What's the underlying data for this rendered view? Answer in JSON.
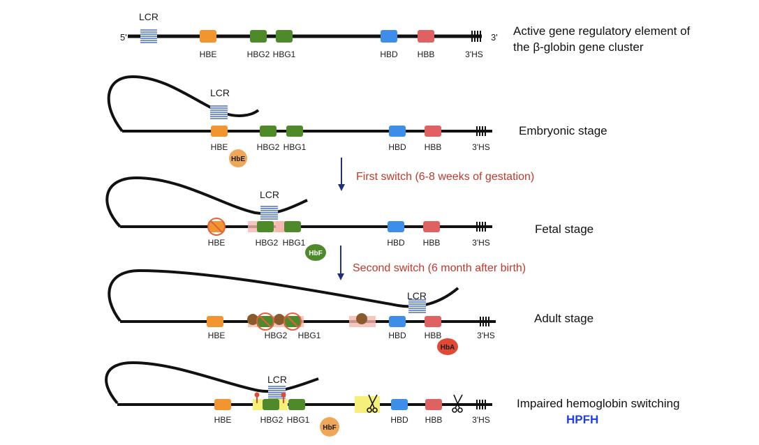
{
  "colors": {
    "hbe": "#f0952f",
    "hbg": "#4e8a2a",
    "hbd": "#3d8ee8",
    "hbb": "#e06161",
    "lcr": "#4a6fc0",
    "switch_text": "#c0392b",
    "arrow": "#1f2f7a",
    "hpfh": "#1f3fe8",
    "hbe_protein": "#efa85a",
    "hbf_protein": "#4e8a2a",
    "hba_protein": "#e04a35",
    "repressor": "#8a5a2b",
    "inhibit_ring": "#e0613e",
    "highlight_pink": "#f4b8ae",
    "highlight_yellow": "#f6f07a"
  },
  "gene_names": {
    "hbe": "HBE",
    "hbg2": "HBG2",
    "hbg1": "HBG1",
    "hbd": "HBD",
    "hbb": "HBB",
    "hs3": "3'HS",
    "lcr": "LCR"
  },
  "ends": {
    "five_prime": "5'",
    "three_prime": "3'"
  },
  "panels": {
    "top": {
      "caption_line1": "Active gene regulatory element of",
      "caption_line2": "the β-globin gene cluster"
    },
    "embryonic": {
      "caption": "Embryonic stage",
      "protein": "HbE"
    },
    "fetal": {
      "caption": "Fetal stage",
      "protein": "HbF"
    },
    "adult": {
      "caption": "Adult stage",
      "protein": "HbA"
    },
    "hpfh": {
      "caption": "Impaired hemoglobin switching",
      "caption_bold": "HPFH",
      "protein": "HbF"
    }
  },
  "switches": {
    "first": "First switch (6-8 weeks of gestation)",
    "second": "Second switch (6 month after birth)"
  },
  "icons": {
    "scissors": "scissors-icon",
    "inhibited": "no-sign-icon",
    "arrow": "arrow-down-icon"
  }
}
